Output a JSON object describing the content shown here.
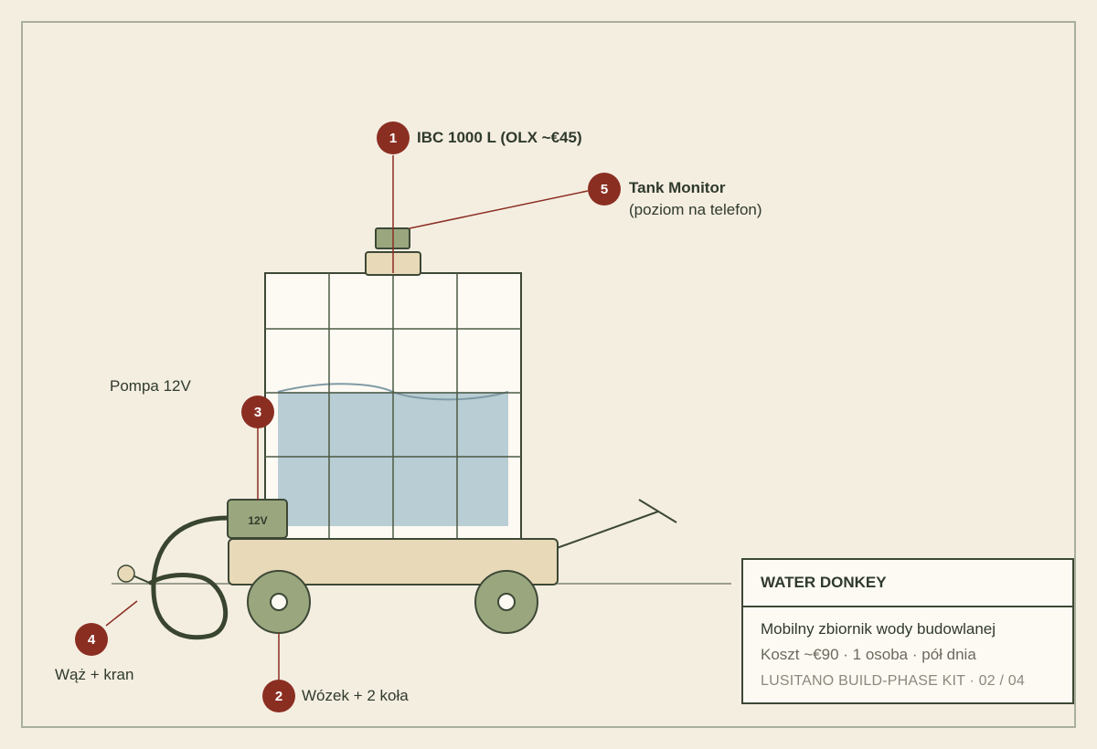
{
  "callouts": [
    {
      "num": "1",
      "title": "IBC 1000 L (OLX ~€45)"
    },
    {
      "num": "2",
      "title": "Wózek + 2 koła"
    },
    {
      "num": "3",
      "title": "Pompa 12V"
    },
    {
      "num": "4",
      "title": "Wąż + kran"
    },
    {
      "num": "5",
      "title": "Tank Monitor",
      "subtitle": "(poziom na telefon)"
    }
  ],
  "pump_label": "12V",
  "title_block": {
    "name": "WATER DONKEY",
    "description": "Mobilny zbiornik wody budowlanej",
    "meta": "Koszt ~€90 · 1 osoba · pół dnia",
    "series": "LUSITANO BUILD-PHASE KIT · 02 / 04"
  },
  "colors": {
    "background": "#f4eee1",
    "ink": "#3d4836",
    "accent": "#8b2e22",
    "green": "#9aa77e",
    "wood": "#e8d9b8",
    "water": "#b9cdd4"
  }
}
